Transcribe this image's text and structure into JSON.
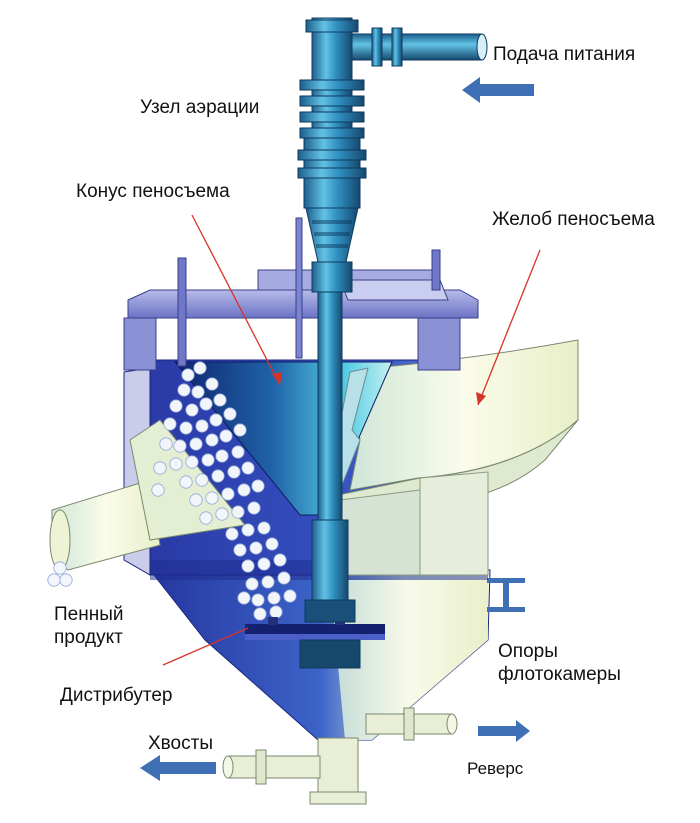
{
  "labels": {
    "feed": "Подача питания",
    "aeration_unit": "Узел аэрации",
    "froth_cone": "Конус  пеносъема",
    "froth_launder": "Желоб пеносъема",
    "froth_product_line1": "Пенный",
    "froth_product_line2": "продукт",
    "distributor": "Дистрибутер",
    "supports_line1": "Опоры",
    "supports_line2": "флотокамеры",
    "tailings": "Хвосты",
    "reverse": "Реверс"
  },
  "colors": {
    "vessel_blue": "#2c3ea8",
    "vessel_dark": "#1a2480",
    "pipe_teal": "#3aa0c8",
    "frame_lavender": "#8f95d6",
    "launder_cream": "#f2f4dc",
    "arrow_blue": "#3f6fb5",
    "leader_red": "#d8322a"
  }
}
